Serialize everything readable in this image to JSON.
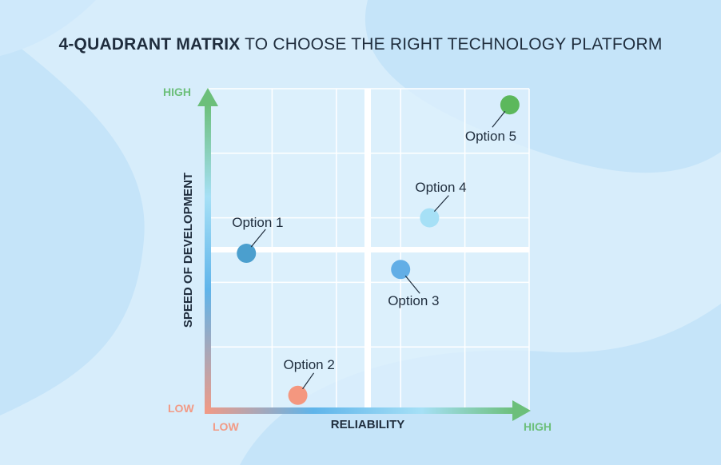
{
  "title": {
    "bold": "4-QUADRANT MATRIX",
    "rest": " TO CHOOSE THE RIGHT TECHNOLOGY PLATFORM"
  },
  "axes": {
    "x_label": "RELIABILITY",
    "y_label": "SPEED OF DEVELOPMENT",
    "x_low": "LOW",
    "x_high": "HIGH",
    "y_low": "LOW",
    "y_high": "HIGH"
  },
  "colors": {
    "low": "#f29a85",
    "high": "#6cbf7a",
    "mid": "#5fb4ea"
  },
  "chart_data": {
    "type": "scatter",
    "xlabel": "RELIABILITY",
    "ylabel": "SPEED OF DEVELOPMENT",
    "xlim": [
      0,
      10
    ],
    "ylim": [
      0,
      10
    ],
    "grid": true,
    "points": [
      {
        "label": "Option 1",
        "x": 1.2,
        "y": 4.9,
        "color": "#4b9fce"
      },
      {
        "label": "Option 2",
        "x": 2.8,
        "y": 0.5,
        "color": "#f4977f"
      },
      {
        "label": "Option 3",
        "x": 6.0,
        "y": 4.4,
        "color": "#62aee6"
      },
      {
        "label": "Option 4",
        "x": 6.9,
        "y": 6.0,
        "color": "#a6e0f6"
      },
      {
        "label": "Option 5",
        "x": 9.4,
        "y": 9.5,
        "color": "#5cb85c"
      }
    ]
  }
}
